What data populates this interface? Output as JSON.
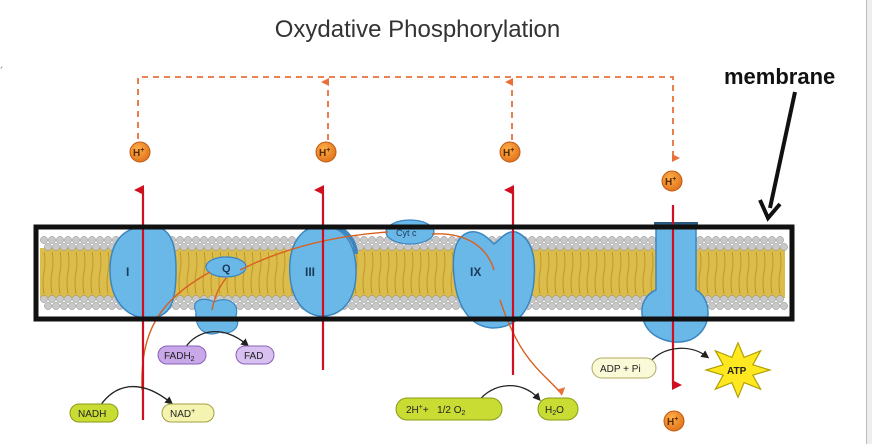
{
  "title": "Oxydative Phosphorylation",
  "membrane_label": "membrane",
  "stray_mark": "´",
  "proton": {
    "label": "H",
    "charge": "+"
  },
  "complexes": {
    "c1": "I",
    "c3": "III",
    "c4": "IX"
  },
  "carriers": {
    "q": "Q",
    "cytc": "Cyt c"
  },
  "molecules": {
    "nadh": "NADH",
    "nad": "NAD",
    "nad_sup": "+",
    "fadh2_main": "FADH",
    "fadh2_sub": "2",
    "fad": "FAD",
    "h2o_h": "H",
    "h2o_sub": "2",
    "h2o_o": "O",
    "oxy_2h": "2H",
    "oxy_sup": "+",
    "oxy_mid": "+   1/2 O",
    "oxy_sub": "2",
    "adp_pi": "ADP + Pi",
    "atp": "ATP"
  },
  "colors": {
    "complex": "#6ab8e8",
    "complex_stroke": "#3b86c0",
    "lipid_head": "#c8c8c8",
    "lipid_tail": "#dcbc4a",
    "proton": "#f08a1e",
    "arrow_red": "#d01020",
    "dash_orange": "#e8703a",
    "nadh_box": "#c8dc34",
    "fad_box": "#c8a8e8",
    "atp_star": "#ffe820",
    "frame": "#111111"
  }
}
